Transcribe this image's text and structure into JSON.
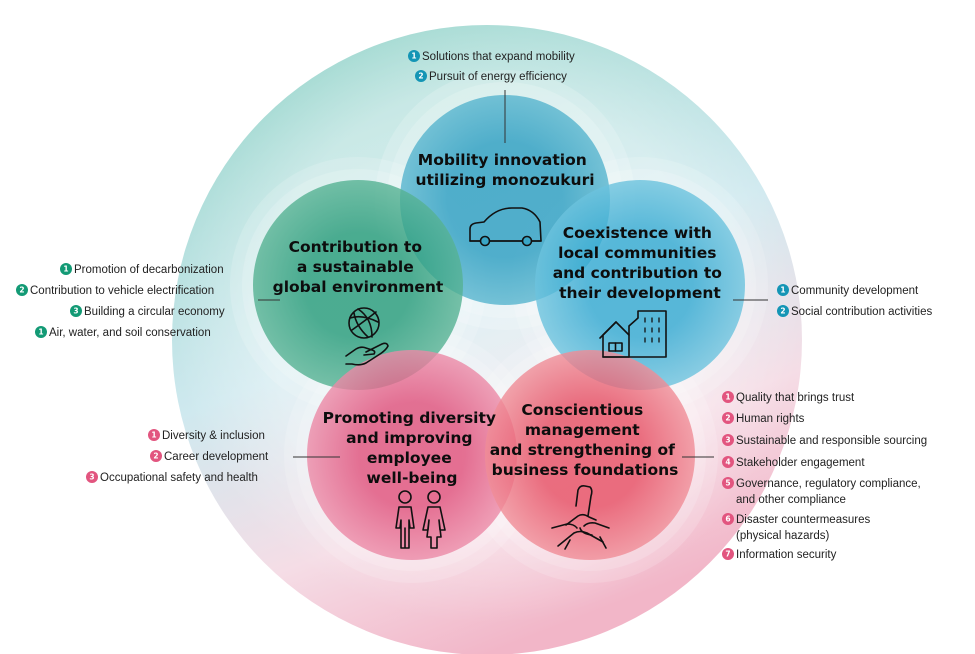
{
  "colors": {
    "teal_badge": "#1495b5",
    "green_badge": "#139a75",
    "pink_badge": "#e2557f",
    "mobility_circle": "#42a9c6",
    "environment_circle": "#2fa17e",
    "community_circle": "#3fb0d4",
    "diversity_circle": "#e3607f",
    "management_circle": "#ea5a6a"
  },
  "themes": {
    "mobility": {
      "title": [
        "Mobility innovation",
        "utilizing monozukuri"
      ],
      "icon": "car-icon",
      "items": [
        {
          "num": "1",
          "text": "Solutions that expand mobility"
        },
        {
          "num": "2",
          "text": "Pursuit of energy efficiency"
        }
      ]
    },
    "environment": {
      "title": [
        "Contribution to",
        "a sustainable",
        "global environment"
      ],
      "icon": "globe-in-hand-icon",
      "items": [
        {
          "num": "1",
          "text": "Promotion of decarbonization"
        },
        {
          "num": "2",
          "text": "Contribution to vehicle electrification"
        },
        {
          "num": "3",
          "text": "Building a circular economy"
        },
        {
          "num": "1",
          "text": "Air, water, and soil conservation"
        }
      ]
    },
    "community": {
      "title": [
        "Coexistence with",
        "local communities",
        "and contribution to",
        "their development"
      ],
      "icon": "house-and-building-icon",
      "items": [
        {
          "num": "1",
          "text": "Community development"
        },
        {
          "num": "2",
          "text": "Social contribution activities"
        }
      ]
    },
    "diversity": {
      "title": [
        "Promoting diversity",
        "and improving",
        "employee",
        "well-being"
      ],
      "icon": "people-icon",
      "items": [
        {
          "num": "1",
          "text": "Diversity & inclusion"
        },
        {
          "num": "2",
          "text": "Career development"
        },
        {
          "num": "3",
          "text": "Occupational safety and health"
        }
      ]
    },
    "management": {
      "title": [
        "Conscientious",
        "management",
        "and strengthening of",
        "business foundations"
      ],
      "icon": "joined-hands-icon",
      "items": [
        {
          "num": "1",
          "lines": [
            "Quality that brings trust"
          ]
        },
        {
          "num": "2",
          "lines": [
            "Human rights"
          ]
        },
        {
          "num": "3",
          "lines": [
            "Sustainable and responsible sourcing"
          ]
        },
        {
          "num": "4",
          "lines": [
            "Stakeholder engagement"
          ]
        },
        {
          "num": "5",
          "lines": [
            "Governance, regulatory compliance,",
            "and other compliance"
          ]
        },
        {
          "num": "6",
          "lines": [
            "Disaster countermeasures",
            "(physical hazards)"
          ]
        },
        {
          "num": "7",
          "lines": [
            "Information security"
          ]
        }
      ]
    }
  }
}
